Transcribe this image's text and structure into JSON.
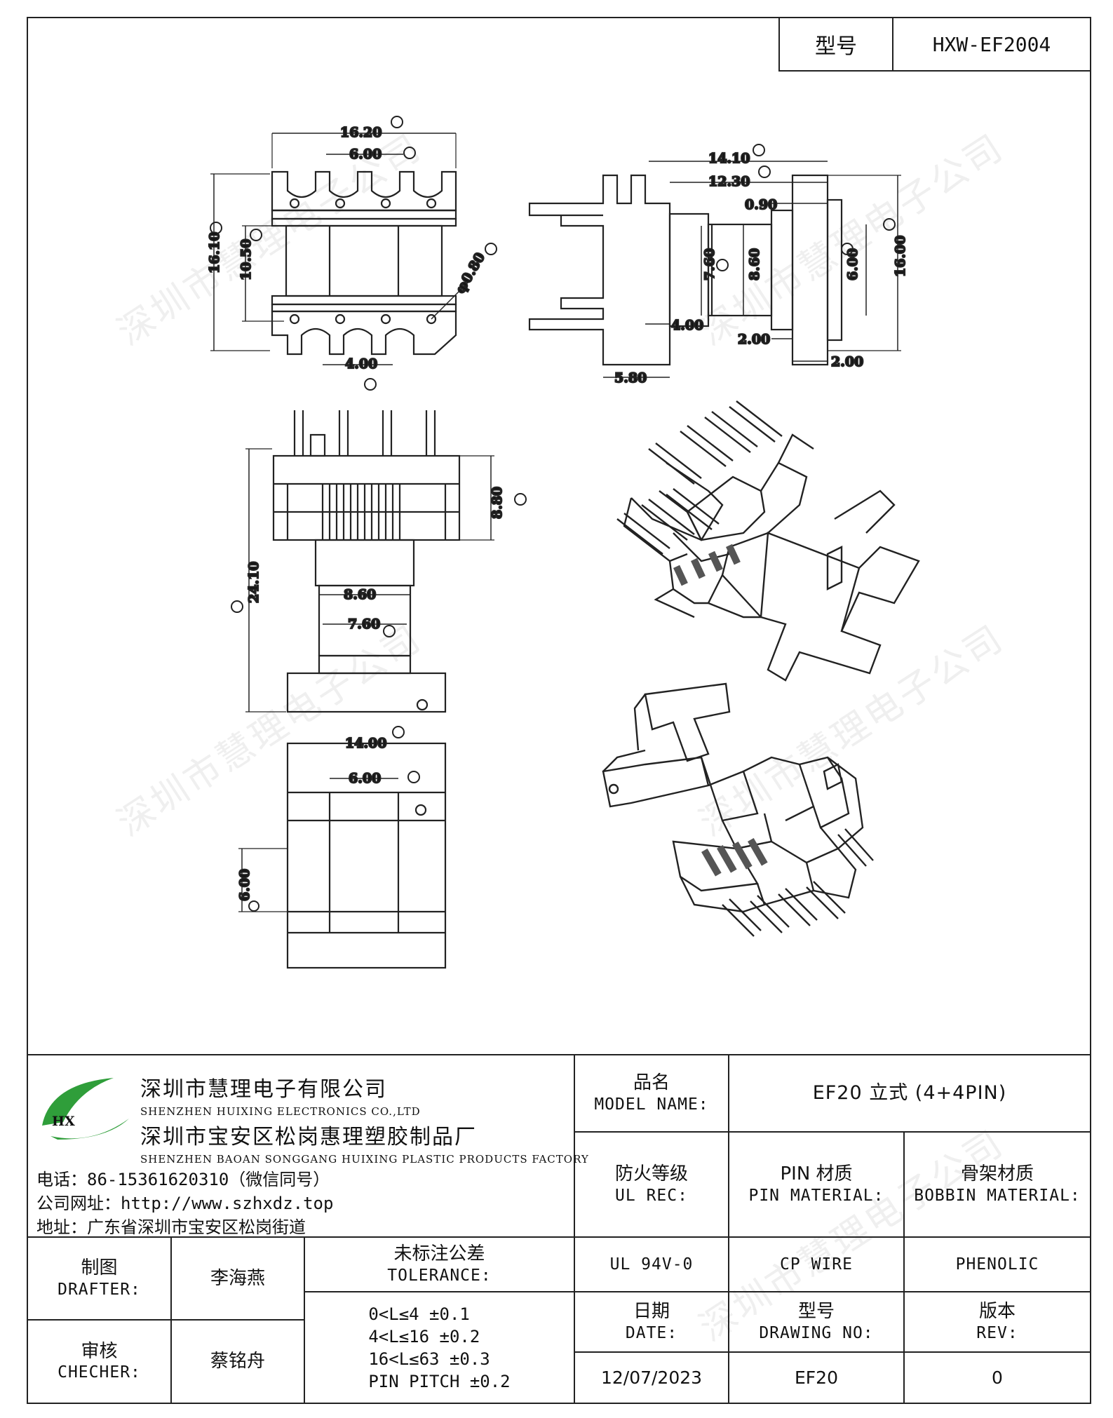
{
  "header": {
    "model_label": "型号",
    "model_value": "HXW-EF2004"
  },
  "watermark": "深圳市慧理电子公司",
  "dimensions": {
    "top_view": {
      "w1": "16.20",
      "w2": "6.00",
      "h_total": "16.10",
      "h_inner": "10.50",
      "hole": "φ0.80",
      "pitch": "4.00"
    },
    "side_view": {
      "l1": "14.10",
      "l2": "12.30",
      "t1": "0.90",
      "d1": "7.60",
      "d2": "8.60",
      "d3": "6.00",
      "h": "16.00",
      "p1": "4.00",
      "p2": "2.00",
      "p3": "2.00",
      "base": "5.80"
    },
    "front_view": {
      "h1": "8.80",
      "h_total": "24.10",
      "w1": "8.60",
      "w2": "7.60"
    },
    "bottom_view": {
      "w1": "14.00",
      "w2": "6.00",
      "h1": "6.00"
    }
  },
  "company": {
    "logo_letters": "HX",
    "name_zh": "深圳市慧理电子有限公司",
    "name_en": "SHENZHEN HUIXING ELECTRONICS CO.,LTD",
    "factory_zh": "深圳市宝安区松岗惠理塑胶制品厂",
    "factory_en": "SHENZHEN BAOAN SONGGANG HUIXING PLASTIC PRODUCTS FACTORY",
    "phone_label": "电话：",
    "phone": "86-15361620310（微信同号）",
    "web_label": "公司网址：",
    "web": "http://www.szhxdz.top",
    "addr_label": "地址：",
    "addr": "广东省深圳市宝安区松岗街道"
  },
  "title_block": {
    "model_name_zh": "品名",
    "model_name_en": "MODEL NAME:",
    "model_name_value": "EF20 立式 (4+4PIN)",
    "ul_zh": "防火等级",
    "ul_en": "UL REC:",
    "pin_zh": "PIN 材质",
    "pin_en": "PIN MATERIAL:",
    "bobbin_zh": "骨架材质",
    "bobbin_en": "BOBBIN MATERIAL:",
    "ul_value": "UL 94V-0",
    "pin_value": "CP WIRE",
    "bobbin_value": "PHENOLIC",
    "drafter_zh": "制图",
    "drafter_en": "DRAFTER:",
    "drafter_name": "李海燕",
    "checker_zh": "审核",
    "checker_en": "CHECHER:",
    "checker_name": "蔡铭舟",
    "tolerance_zh": "未标注公差",
    "tolerance_en": "TOLERANCE:",
    "tolerance_lines": [
      "0<L≤4  ±0.1",
      "4<L≤16 ±0.2",
      "16<L≤63 ±0.3",
      "PIN PITCH ±0.2"
    ],
    "date_zh": "日期",
    "date_en": "DATE:",
    "date_value": "12/07/2023",
    "drawing_zh": "型号",
    "drawing_en": "DRAWING NO:",
    "drawing_value": "EF20",
    "rev_zh": "版本",
    "rev_en": "REV:",
    "rev_value": "0"
  },
  "colors": {
    "logo_green": "#2f9e3a",
    "logo_yellow": "#e8c21a",
    "line": "#222222"
  }
}
